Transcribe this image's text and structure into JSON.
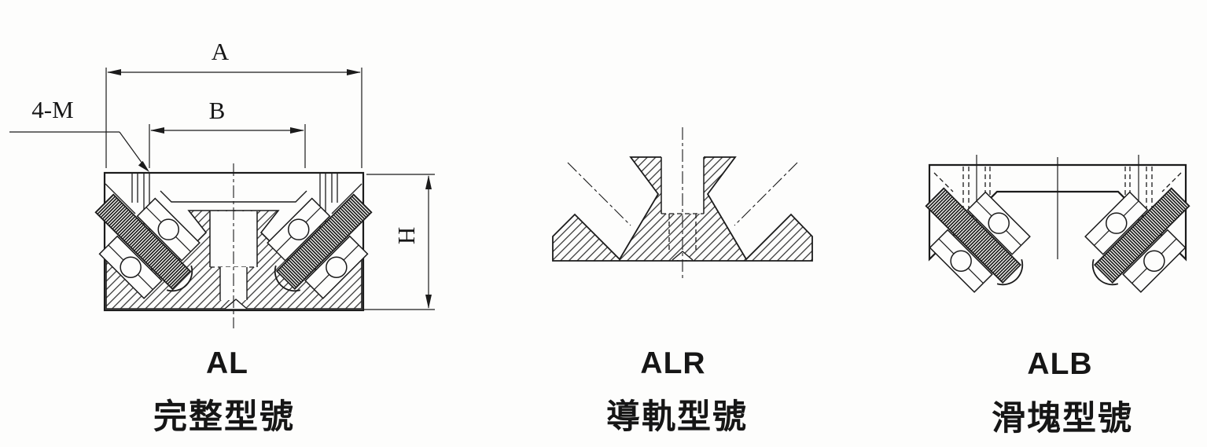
{
  "colors": {
    "paper": "#fdfdfc",
    "ink": "#1b1b1b"
  },
  "dimension_labels": {
    "overall_width": "A",
    "inner_width": "B",
    "height": "H",
    "mounting_holes": "4-M"
  },
  "figures": [
    {
      "code": "AL",
      "caption": "完整型號"
    },
    {
      "code": "ALR",
      "caption": "導軌型號"
    },
    {
      "code": "ALB",
      "caption": "滑塊型號"
    }
  ]
}
